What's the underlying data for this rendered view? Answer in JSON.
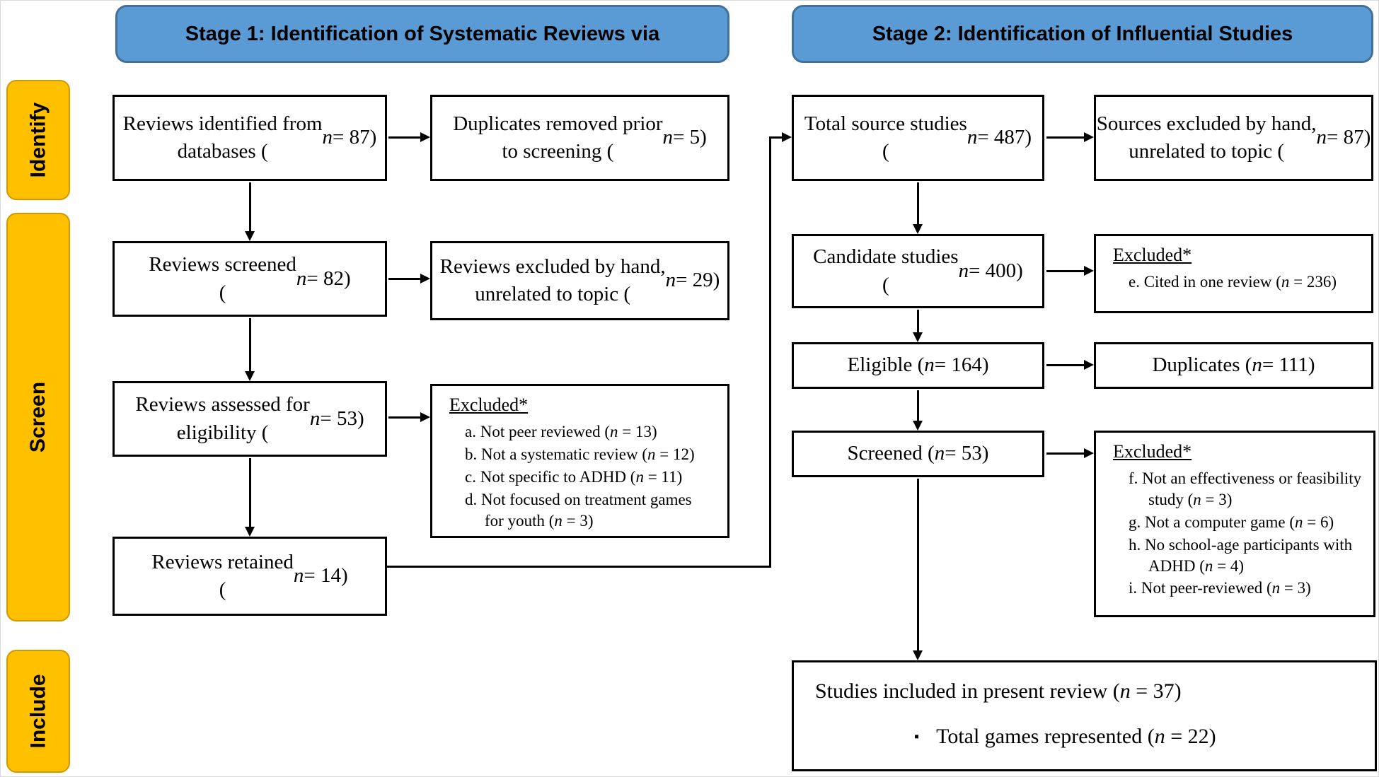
{
  "headers": {
    "stage1": "Stage 1: Identification of Systematic Reviews via",
    "stage2": "Stage 2: Identification of Influential Studies"
  },
  "side_labels": {
    "identify": "Identify",
    "screen": "Screen",
    "include": "Include"
  },
  "stage1": {
    "identified": "Reviews identified from\ndatabases (n = 87)",
    "duplicates_removed": "Duplicates removed prior\nto screening (n = 5)",
    "screened": "Reviews screened\n(n = 82)",
    "excluded_by_hand": "Reviews excluded by hand,\nunrelated to topic (n = 29)",
    "assessed": "Reviews assessed for\neligibility (n = 53)",
    "retained": "Reviews retained\n(n = 14)",
    "excluded_box": {
      "title": "Excluded*",
      "items": [
        "a. Not peer reviewed (n = 13)",
        "b. Not a systematic review (n = 12)",
        "c. Not specific to ADHD (n = 11)",
        "d. Not focused on treatment games\nfor youth (n = 3)"
      ]
    }
  },
  "stage2": {
    "total_source": "Total source studies\n(n = 487)",
    "sources_excluded": "Sources excluded by hand,\nunrelated to topic (n = 87)",
    "candidate": "Candidate studies\n(n = 400)",
    "excluded_e_box": {
      "title": "Excluded*",
      "items": [
        "e. Cited in one review (n = 236)"
      ]
    },
    "eligible": "Eligible (n = 164)",
    "duplicates": "Duplicates (n = 111)",
    "screened": "Screened (n = 53)",
    "excluded_fi_box": {
      "title": "Excluded*",
      "items": [
        "f. Not an effectiveness or feasibility\nstudy (n = 3)",
        "g. Not a computer game (n = 6)",
        "h. No school-age participants with\nADHD (n = 4)",
        "i. Not peer-reviewed (n = 3)"
      ]
    },
    "included": {
      "title": "Studies included in present review (n = 37)",
      "bullet_icon": "▪",
      "bullet": "Total games represented (n = 22)"
    }
  },
  "colors": {
    "header_fill": "#5B9BD5",
    "header_border": "#41719C",
    "label_fill": "#FFC000",
    "box_border": "#000000"
  }
}
